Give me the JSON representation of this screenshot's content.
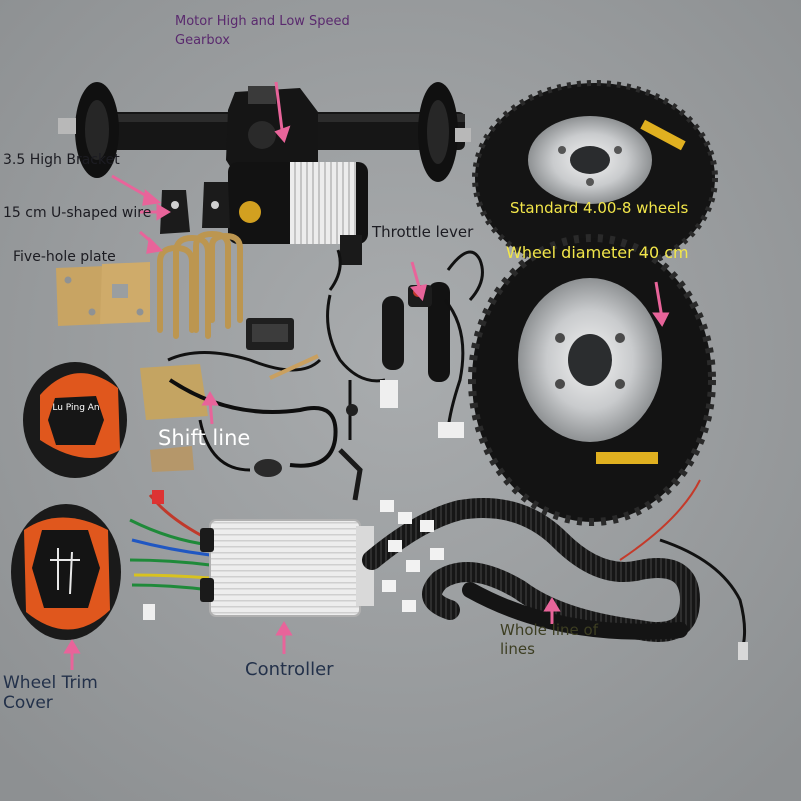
{
  "labels": {
    "gearbox": [
      "Motor High and Low Speed",
      "Gearbox"
    ],
    "bracket": "3.5 High Bracket",
    "u_wire": "15 cm U-shaped wire",
    "five_hole": "Five-hole plate",
    "throttle": "Throttle lever",
    "wheels_std": "Standard 4.00-8 wheels",
    "wheel_diameter": "Wheel diameter 40 cm",
    "shift_line": "Shift line",
    "whole_line": [
      "Whole line of",
      "lines"
    ],
    "controller": "Controller",
    "trim_cover": [
      "Wheel Trim",
      "Cover"
    ],
    "trim_brand": "Lu Ping An"
  },
  "colors": {
    "background": "#9c9fa1",
    "arrow": "#e8649a",
    "label_purple": "#5a2a6e",
    "label_yellow": "#f2e64a",
    "trim_orange": "#e0571d"
  }
}
